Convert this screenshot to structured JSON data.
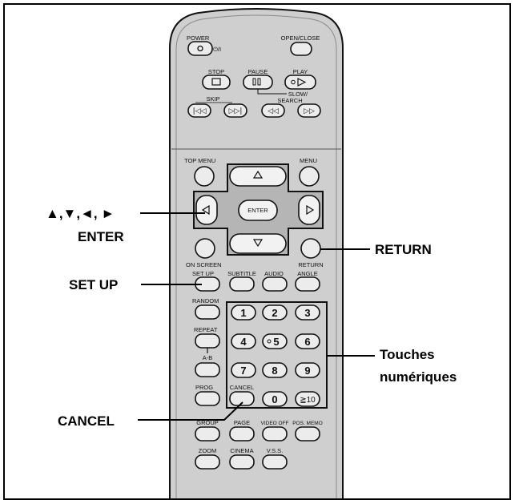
{
  "buttons": {
    "power": "POWER",
    "power_symbol": "⏻/I",
    "open_close": "OPEN/CLOSE",
    "stop": "STOP",
    "pause": "PAUSE",
    "play": "PLAY",
    "slow_search_1": "SLOW/",
    "slow_search_2": "SEARCH",
    "skip": "SKIP",
    "top_menu": "TOP MENU",
    "menu": "MENU",
    "enter": "ENTER",
    "on_screen": "ON SCREEN",
    "return": "RETURN",
    "set_up": "SET UP",
    "subtitle": "SUBTITLE",
    "audio": "AUDIO",
    "angle": "ANGLE",
    "random": "RANDOM",
    "repeat": "REPEAT",
    "a_b": "A-B",
    "prog": "PROG",
    "cancel": "CANCEL",
    "group": "GROUP",
    "page": "PAGE",
    "video_off": "VIDEO OFF",
    "pos_memo": "POS. MEMO",
    "zoom": "ZOOM",
    "cinema": "CINEMA",
    "vss": "V.S.S."
  },
  "numpad": [
    "1",
    "2",
    "3",
    "4",
    "5",
    "6",
    "7",
    "8",
    "9",
    "0",
    "≧10"
  ],
  "callouts": {
    "arrows": "▲,▼,◄, ►",
    "enter": "ENTER",
    "return": "RETURN",
    "setup": "SET UP",
    "touches_1": "Touches",
    "touches_2": "numériques",
    "cancel": "CANCEL"
  }
}
